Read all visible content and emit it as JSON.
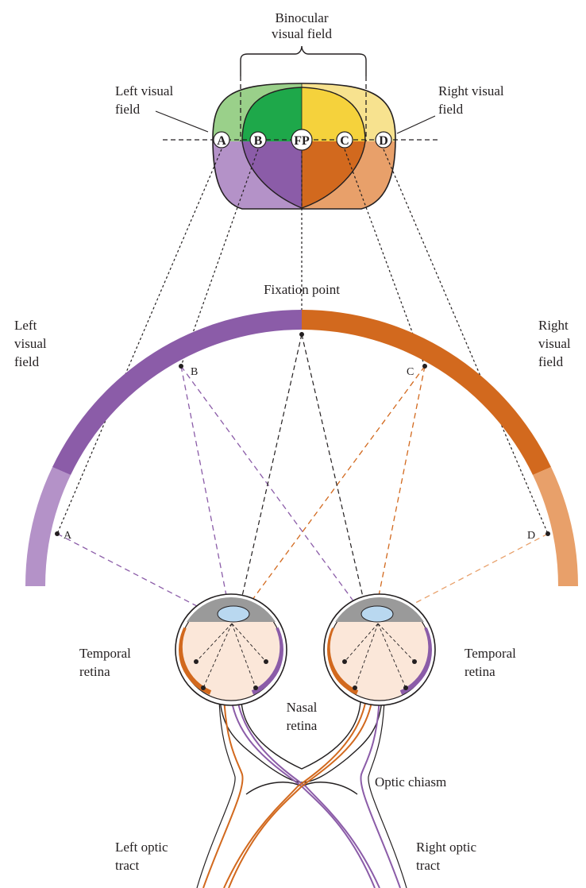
{
  "labels": {
    "binocular_line1": "Binocular",
    "binocular_line2": "visual field",
    "left_vf_top_line1": "Left visual",
    "left_vf_top_line2": "field",
    "right_vf_top_line1": "Right visual",
    "right_vf_top_line2": "field",
    "fixation_point": "Fixation point",
    "left_vf_line1": "Left",
    "left_vf_line2": "visual",
    "left_vf_line3": "field",
    "right_vf_line1": "Right",
    "right_vf_line2": "visual",
    "right_vf_line3": "field",
    "temporal_left_line1": "Temporal",
    "temporal_left_line2": "retina",
    "temporal_right_line1": "Temporal",
    "temporal_right_line2": "retina",
    "nasal_line1": "Nasal",
    "nasal_line2": "retina",
    "optic_chiasm": "Optic chiasm",
    "left_tract_line1": "Left optic",
    "left_tract_line2": "tract",
    "right_tract_line1": "Right optic",
    "right_tract_line2": "tract"
  },
  "field_points": {
    "A": "A",
    "B": "B",
    "FP": "FP",
    "C": "C",
    "D": "D"
  },
  "arc_points": {
    "A": "A",
    "B": "B",
    "C": "C",
    "D": "D"
  },
  "colors": {
    "purple": "#8b5ca8",
    "purple_light": "#b492c8",
    "orange": "#d2691e",
    "orange_light": "#e8a06a",
    "green": "#1ea84a",
    "green_light": "#9ad08a",
    "yellow": "#f5d23c",
    "yellow_light": "#f7e28f",
    "skin": "#fbe7d9"
  }
}
